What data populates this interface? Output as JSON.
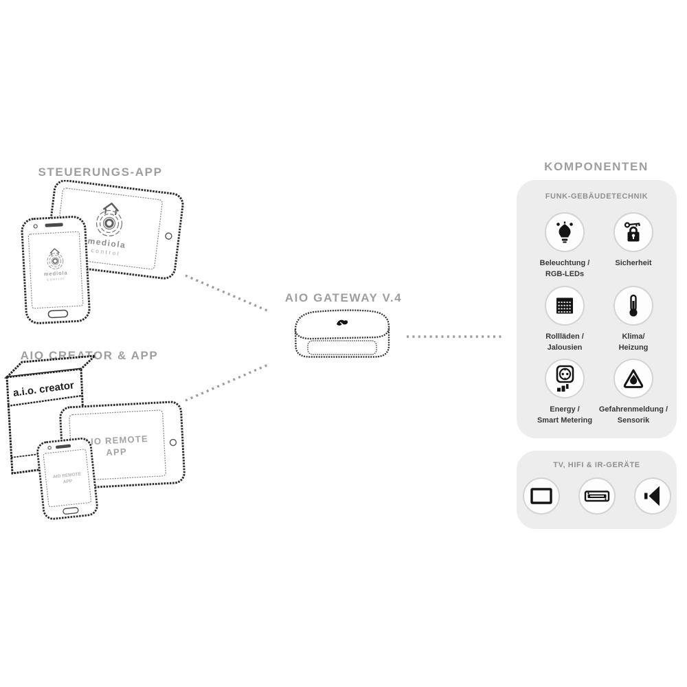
{
  "titles": {
    "control_app": "STEUERUNGS-APP",
    "creator_app": "AIO CREATOR & APP",
    "gateway": "AIO GATEWAY V.4",
    "components": "KOMPONENTEN"
  },
  "devices": {
    "mediola_wordmark": "mediola",
    "mediola_sub": "control",
    "creator_box_label": "a.i.o. creator",
    "remote_app_line1": "AIO REMOTE",
    "remote_app_line2": "APP"
  },
  "panels": {
    "funk": {
      "header": "FUNK-GEBÄUDETECHNIK",
      "items": [
        {
          "icon": "lighting-icon",
          "label1": "Beleuchtung /",
          "label2": "RGB-LEDs"
        },
        {
          "icon": "security-icon",
          "label1": "Sicherheit",
          "label2": ""
        },
        {
          "icon": "shutter-icon",
          "label1": "Rollläden /",
          "label2": "Jalousien"
        },
        {
          "icon": "thermometer-icon",
          "label1": "Klima/",
          "label2": "Heizung"
        },
        {
          "icon": "power-socket-icon",
          "label1": "Energy /",
          "label2": "Smart Metering"
        },
        {
          "icon": "hazard-sensor-icon",
          "label1": "Gefahrenmeldung /",
          "label2": "Sensorik"
        }
      ]
    },
    "av": {
      "header": "TV, HIFI & IR-GERÄTE",
      "icons": [
        "tv-icon",
        "hifi-receiver-icon",
        "speaker-icon"
      ]
    }
  },
  "colors": {
    "panel_bg": "#ededed",
    "title_gray": "#9e9e9e",
    "header_gray": "#8f8f8f",
    "label_dark": "#373737",
    "line_gray": "#9c9c9c",
    "icon_black": "#141414",
    "circle_border": "#d3d3d3"
  }
}
